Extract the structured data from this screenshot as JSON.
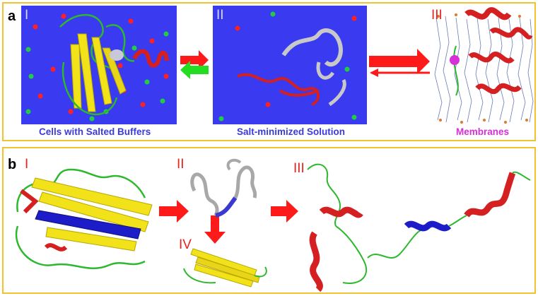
{
  "panel_a": {
    "letter": "a",
    "stages": [
      {
        "numeral": "I",
        "caption": "Cells with Salted Buffers"
      },
      {
        "numeral": "II",
        "caption": "Salt-minimized Solution"
      },
      {
        "numeral": "III",
        "caption": "Membranes"
      }
    ]
  },
  "panel_b": {
    "letter": "b",
    "stages": [
      {
        "numeral": "I"
      },
      {
        "numeral": "II"
      },
      {
        "numeral": "III"
      },
      {
        "numeral": "IV"
      }
    ]
  },
  "colors": {
    "border": "#f2c230",
    "background_box": "#3a3af0",
    "ion_red": "#ff2020",
    "ion_green": "#22cc44",
    "arrow_red": "#ff1a1a",
    "arrow_green": "#22dd22",
    "caption_blue": "#3a3adf",
    "caption_magenta": "#d630d6",
    "helix_red": "#d42020",
    "sheet_yellow": "#f2e21a",
    "coil_green": "#2db82d",
    "helix_blue": "#1c1cc8",
    "coil_gray": "#a8a8a8"
  },
  "icons": [
    "right-arrow-icon",
    "left-arrow-icon",
    "down-arrow-icon"
  ]
}
